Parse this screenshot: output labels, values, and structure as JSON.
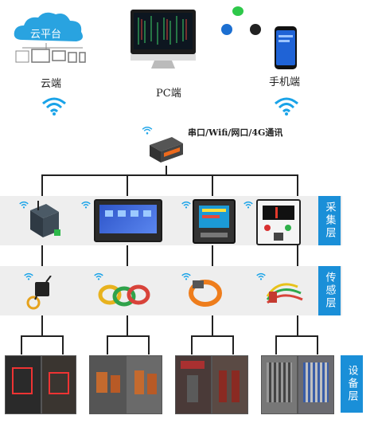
{
  "top": {
    "cloud_platform_label": "云平台",
    "cloud_side_label": "云端",
    "pc_side_label": "PC端",
    "mobile_side_label": "手机端"
  },
  "gateway": {
    "comm_label": "串口/Wifi/网口/4G通讯"
  },
  "layers": {
    "collect": "采集层",
    "sensing": "传感层",
    "equipment": "设备层"
  },
  "colors": {
    "accent": "#1a8fd8",
    "wifi": "#1aa3e8",
    "band": "#eeeeee"
  }
}
